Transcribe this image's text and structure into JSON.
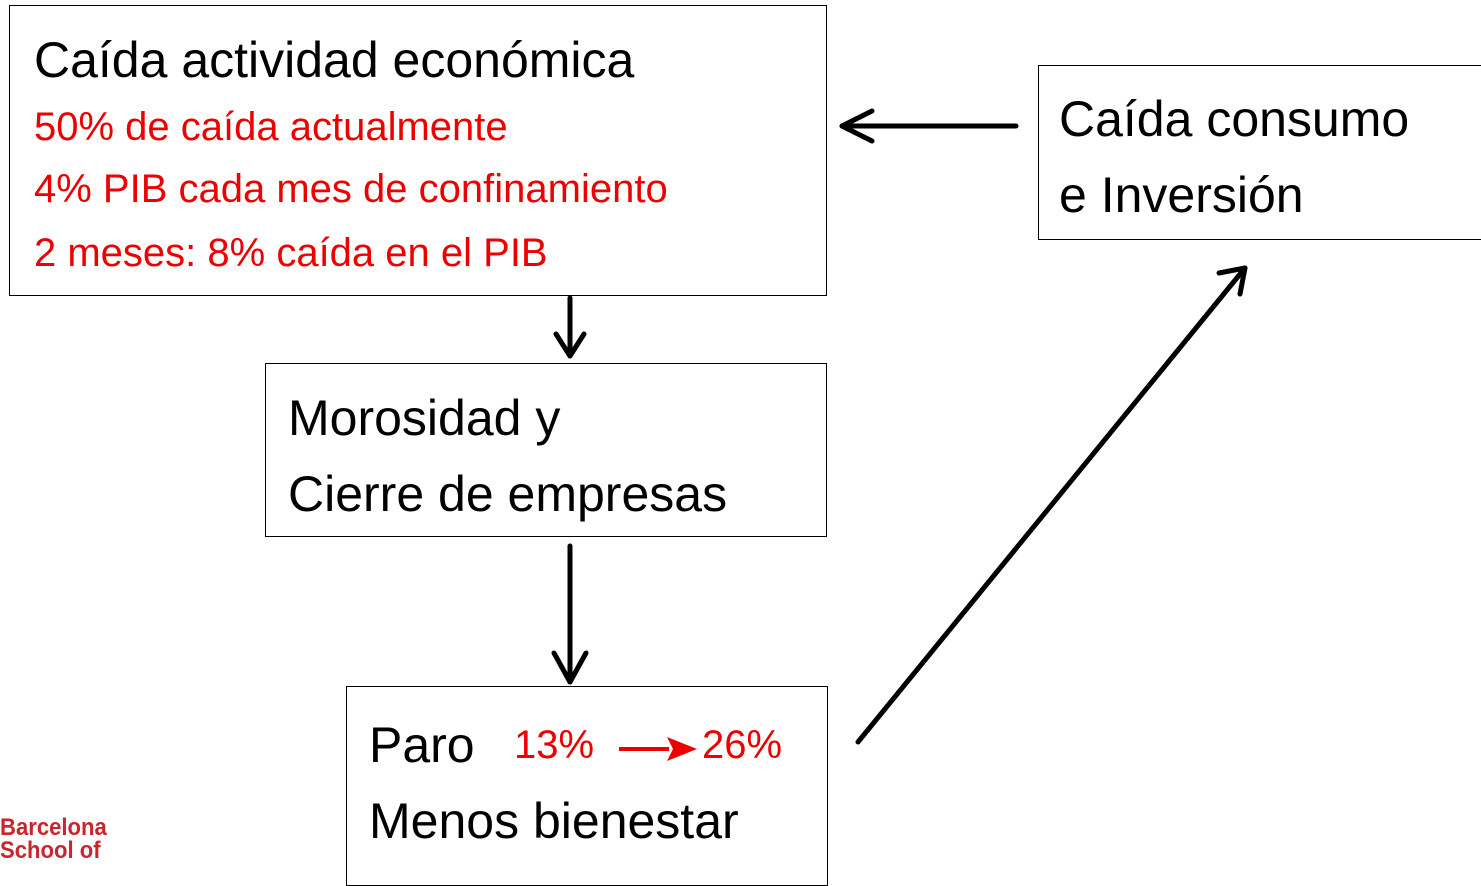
{
  "boxes": {
    "caida_actividad": {
      "title": "Caída actividad económica",
      "notes": [
        "50% de caída actualmente",
        "4% PIB cada mes de confinamiento",
        "2 meses: 8% caída en el PIB"
      ]
    },
    "caida_consumo": {
      "lines": [
        "Caída consumo",
        "e Inversión"
      ]
    },
    "morosidad": {
      "lines": [
        "Morosidad y",
        "Cierre de empresas"
      ]
    },
    "paro": {
      "label": "Paro",
      "from": "13%",
      "to": "26%",
      "subtitle": "Menos bienestar"
    }
  },
  "logo": {
    "lines": [
      "Barcelona",
      "School of"
    ]
  },
  "colors": {
    "text": "#000000",
    "accent_red": "#ee0000",
    "logo_red": "#c8262e",
    "border": "#000000"
  }
}
